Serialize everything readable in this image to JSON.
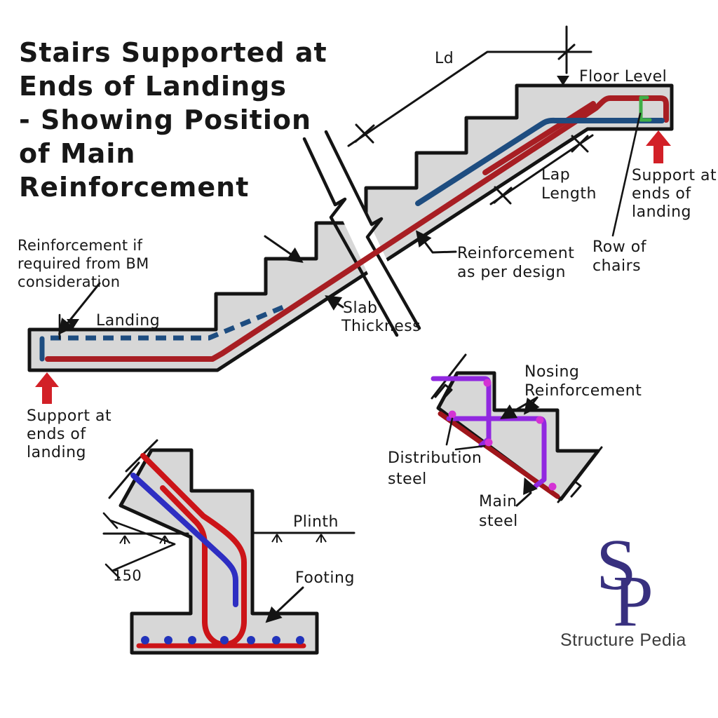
{
  "title": {
    "line1": "Stairs Supported at",
    "line2": "Ends of Landings",
    "line3": "- Showing Position",
    "line4": "of Main",
    "line5": "Reinforcement"
  },
  "main_section": {
    "dim_ld_label": "Ld",
    "floor_level_label": "Floor Level",
    "lap_length_line1": "Lap",
    "lap_length_line2": "Length",
    "support_right_line1": "Support at",
    "support_right_line2": "ends of",
    "support_right_line3": "landing",
    "row_of_chairs_line1": "Row of",
    "row_of_chairs_line2": "chairs",
    "reinforcement_design_line1": "Reinforcement",
    "reinforcement_design_line2": "as per design",
    "slab_thickness_line1": "Slab",
    "slab_thickness_line2": "Thickness",
    "landing_label": "Landing",
    "reinforcement_bm_line1": "Reinforcement if",
    "reinforcement_bm_line2": "required from BM",
    "reinforcement_bm_line3": "consideration",
    "support_left_line1": "Support at",
    "support_left_line2": "ends of",
    "support_left_line3": "landing"
  },
  "footing_detail": {
    "plinth_label": "Plinth",
    "dimension_150": "150",
    "footing_label": "Footing"
  },
  "nosing_detail": {
    "nosing_line1": "Nosing",
    "nosing_line2": "Reinforcement",
    "distribution_line1": "Distribution",
    "distribution_line2": "steel",
    "main_steel_line1": "Main",
    "main_steel_line2": "steel"
  },
  "logo": {
    "monogram_s": "S",
    "monogram_p": "P",
    "brand_name": "Structure Pedia"
  },
  "colors": {
    "concrete_fill": "#d7d7d7",
    "outline_black": "#141414",
    "main_bar_red": "#a81e23",
    "support_arrow_red": "#d22027",
    "top_bar_blue": "#1e4d80",
    "footing_bar_red": "#cc1418",
    "footing_bar_blue": "#2e2ec2",
    "footing_dot_blue": "#2233bb",
    "nosing_bar_purple": "#9128e0",
    "distribution_dot_magenta": "#d433d4",
    "chair_green": "#3fae47",
    "logo_purple": "#38307f"
  }
}
